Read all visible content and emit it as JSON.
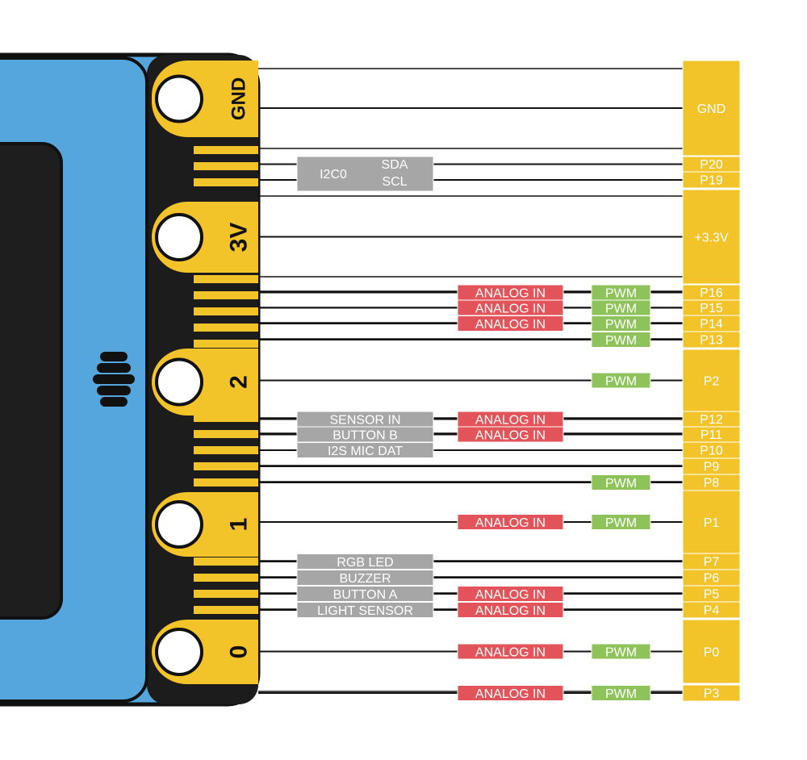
{
  "colors": {
    "board_body": "#55a6dc",
    "board_border": "#111111",
    "edge_connector": "#1c1c1c",
    "gold": "#f2c42a",
    "pin_bar": "#f2c42a",
    "label_gray": "#a6a6a6",
    "label_red": "#e2545a",
    "label_green": "#8dc35a",
    "wire": "#111111"
  },
  "board": {
    "pads": [
      "GND",
      "3V",
      "2",
      "1",
      "0"
    ],
    "logo_icon": "microbit-logo-icon"
  },
  "pins": [
    {
      "name": "GND",
      "labels": []
    },
    {
      "name": "P20",
      "labels": [
        {
          "text": "SDA",
          "group": "I2C0",
          "type": "gray"
        }
      ]
    },
    {
      "name": "P19",
      "labels": [
        {
          "text": "SCL",
          "group": "I2C0",
          "type": "gray"
        }
      ]
    },
    {
      "name": "+3.3V",
      "labels": []
    },
    {
      "name": "P16",
      "labels": [
        {
          "text": "ANALOG IN",
          "type": "red"
        },
        {
          "text": "PWM",
          "type": "green"
        }
      ]
    },
    {
      "name": "P15",
      "labels": [
        {
          "text": "ANALOG IN",
          "type": "red"
        },
        {
          "text": "PWM",
          "type": "green"
        }
      ]
    },
    {
      "name": "P14",
      "labels": [
        {
          "text": "ANALOG IN",
          "type": "red"
        },
        {
          "text": "PWM",
          "type": "green"
        }
      ]
    },
    {
      "name": "P13",
      "labels": [
        {
          "text": "PWM",
          "type": "green"
        }
      ]
    },
    {
      "name": "P2",
      "labels": [
        {
          "text": "PWM",
          "type": "green"
        }
      ]
    },
    {
      "name": "P12",
      "labels": [
        {
          "text": "SENSOR IN",
          "type": "gray"
        },
        {
          "text": "ANALOG IN",
          "type": "red"
        }
      ]
    },
    {
      "name": "P11",
      "labels": [
        {
          "text": "BUTTON B",
          "type": "gray"
        },
        {
          "text": "ANALOG IN",
          "type": "red"
        }
      ]
    },
    {
      "name": "P10",
      "labels": [
        {
          "text": "I2S MIC DAT",
          "type": "gray"
        }
      ]
    },
    {
      "name": "P9",
      "labels": []
    },
    {
      "name": "P8",
      "labels": [
        {
          "text": "PWM",
          "type": "green"
        }
      ]
    },
    {
      "name": "P1",
      "labels": [
        {
          "text": "ANALOG IN",
          "type": "red"
        },
        {
          "text": "PWM",
          "type": "green"
        }
      ]
    },
    {
      "name": "P7",
      "labels": [
        {
          "text": "RGB LED",
          "type": "gray"
        }
      ]
    },
    {
      "name": "P6",
      "labels": [
        {
          "text": "BUZZER",
          "type": "gray"
        }
      ]
    },
    {
      "name": "P5",
      "labels": [
        {
          "text": "BUTTON A",
          "type": "gray"
        },
        {
          "text": "ANALOG IN",
          "type": "red"
        }
      ]
    },
    {
      "name": "P4",
      "labels": [
        {
          "text": "LIGHT SENSOR",
          "type": "gray"
        },
        {
          "text": "ANALOG IN",
          "type": "red"
        }
      ]
    },
    {
      "name": "P0",
      "labels": [
        {
          "text": "ANALOG IN",
          "type": "red"
        },
        {
          "text": "PWM",
          "type": "green"
        }
      ]
    },
    {
      "name": "P3",
      "labels": [
        {
          "text": "ANALOG IN",
          "type": "red"
        },
        {
          "text": "PWM",
          "type": "green"
        }
      ]
    }
  ]
}
